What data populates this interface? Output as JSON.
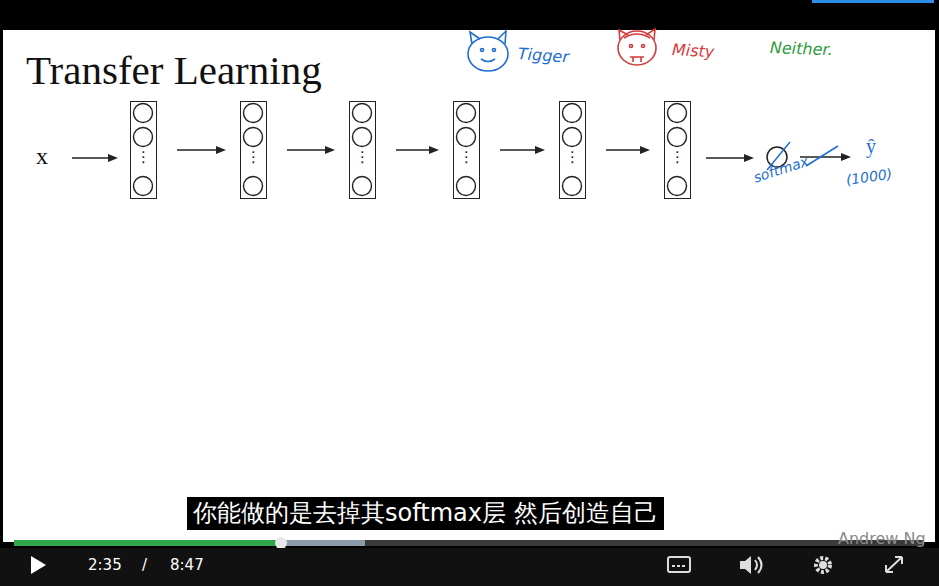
{
  "diagram": {
    "title": "Transfer Learning",
    "nodes": [
      {
        "text": [
          "⋮"
        ]
      },
      {
        "text": [
          "⋮"
        ]
      },
      {
        "text": [
          "⋮"
        ]
      },
      {
        "text": [
          "⋮"
        ]
      },
      {
        "text": [
          "⋮"
        ]
      },
      {
        "text": [
          "⋮"
        ]
      }
    ],
    "edges": [
      {
        "from": 0,
        "to": 1,
        "arrow": "to"
      },
      {
        "from": 1,
        "to": 2,
        "arrow": "to"
      },
      {
        "from": 2,
        "to": 3,
        "arrow": "to"
      },
      {
        "from": 3,
        "to": 4,
        "arrow": "to"
      },
      {
        "from": 4,
        "to": 5,
        "arrow": "to"
      }
    ],
    "labels": [
      "x",
      "Tigger",
      "Misty",
      "Neither.",
      "softmax",
      "ŷ",
      "(1000)",
      "你能做的是去掉其softmax层 然后创造自己",
      "2:35",
      "/",
      "8:47",
      "Andrew Ng"
    ]
  }
}
